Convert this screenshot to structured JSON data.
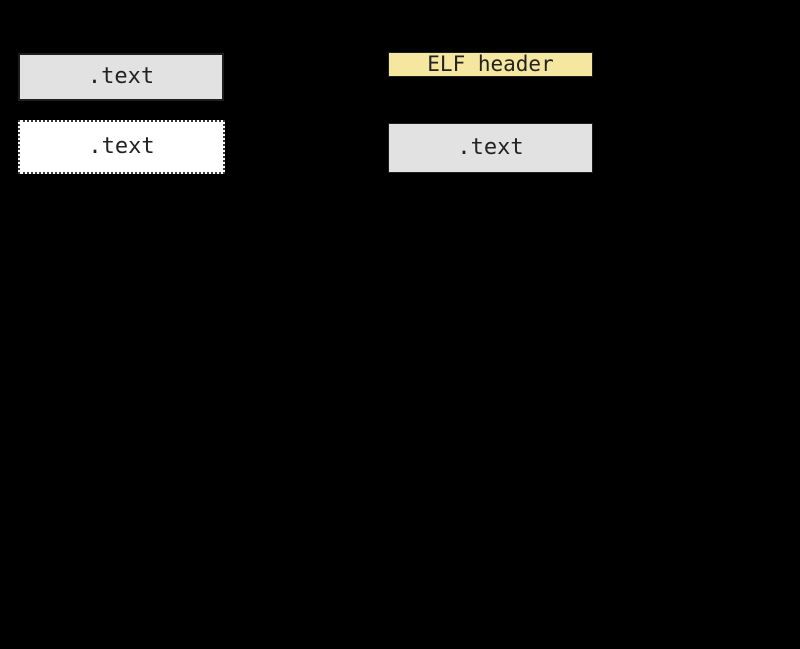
{
  "diagram": {
    "background_color": "#000000",
    "boxes": {
      "obj_text": {
        "label": ".text",
        "fill": "#e2e2e2",
        "border_style": "solid"
      },
      "obj_text_dotted": {
        "label": ".text",
        "fill": "#ffffff",
        "border_style": "dotted"
      },
      "elf_header": {
        "label": "ELF header",
        "fill": "#f5e6a0",
        "border_style": "solid"
      },
      "exe_text": {
        "label": ".text",
        "fill": "#e2e2e2",
        "border_style": "solid"
      }
    },
    "colors": {
      "box_border": "#1e1e1e",
      "label_text": "#222222",
      "gray_fill": "#e2e2e2",
      "yellow_fill": "#f5e6a0",
      "white_fill": "#ffffff"
    }
  }
}
